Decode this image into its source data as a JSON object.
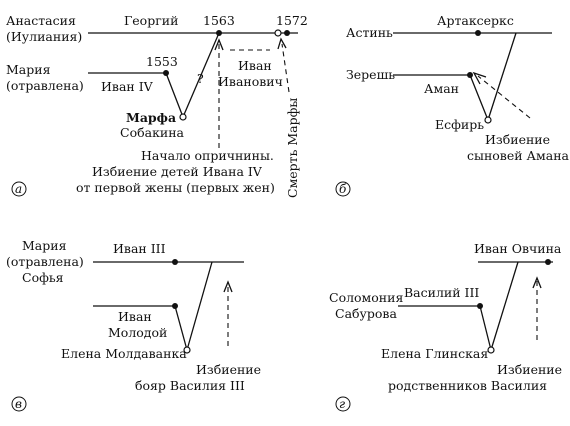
{
  "panel_a": {
    "letter": "а",
    "anastasia": "Анастасия",
    "yuliania": "(Иулиания)",
    "georgiy": "Георгий",
    "year_1563": "1563",
    "year_1572": "1572",
    "maria": "Мария",
    "otravlena": "(отравлена)",
    "year_1553": "1553",
    "ivan_iv": "Иван IV",
    "question": "?",
    "ivan": "Иван",
    "ivanovich": "Иванович",
    "marfa": "Марфа",
    "sobakina": "Собакина",
    "note_line1": "Начало опричнины.",
    "note_line2": "Избиение детей Ивана IV",
    "note_line3": "от первой жены (первых жен)",
    "death_marfa": "Смерть Марфы"
  },
  "panel_b": {
    "letter": "б",
    "astin": "Астинь",
    "artakserks": "Артаксеркс",
    "zeresh": "Зерешь",
    "aman": "Аман",
    "esfir": "Есфирь",
    "izbienie": "Избиение",
    "synovey": "сыновей Амана"
  },
  "panel_v": {
    "letter": "в",
    "maria": "Мария",
    "otravlena": "(отравлена)",
    "sofya": "Софья",
    "ivan_iii": "Иван III",
    "ivan": "Иван",
    "molodoy": "Молодой",
    "elena": "Елена Молдаванка",
    "izbienie": "Избиение",
    "boyar": "бояр Василия III"
  },
  "panel_g": {
    "letter": "г",
    "ivan_ovchina": "Иван Овчина",
    "solomonia": "Соломония",
    "saburova": "Сабурова",
    "vasiliy_iii": "Василий III",
    "elena": "Елена Глинская",
    "izbienie": "Избиение",
    "rodstvennikov": "родственников Василия"
  }
}
